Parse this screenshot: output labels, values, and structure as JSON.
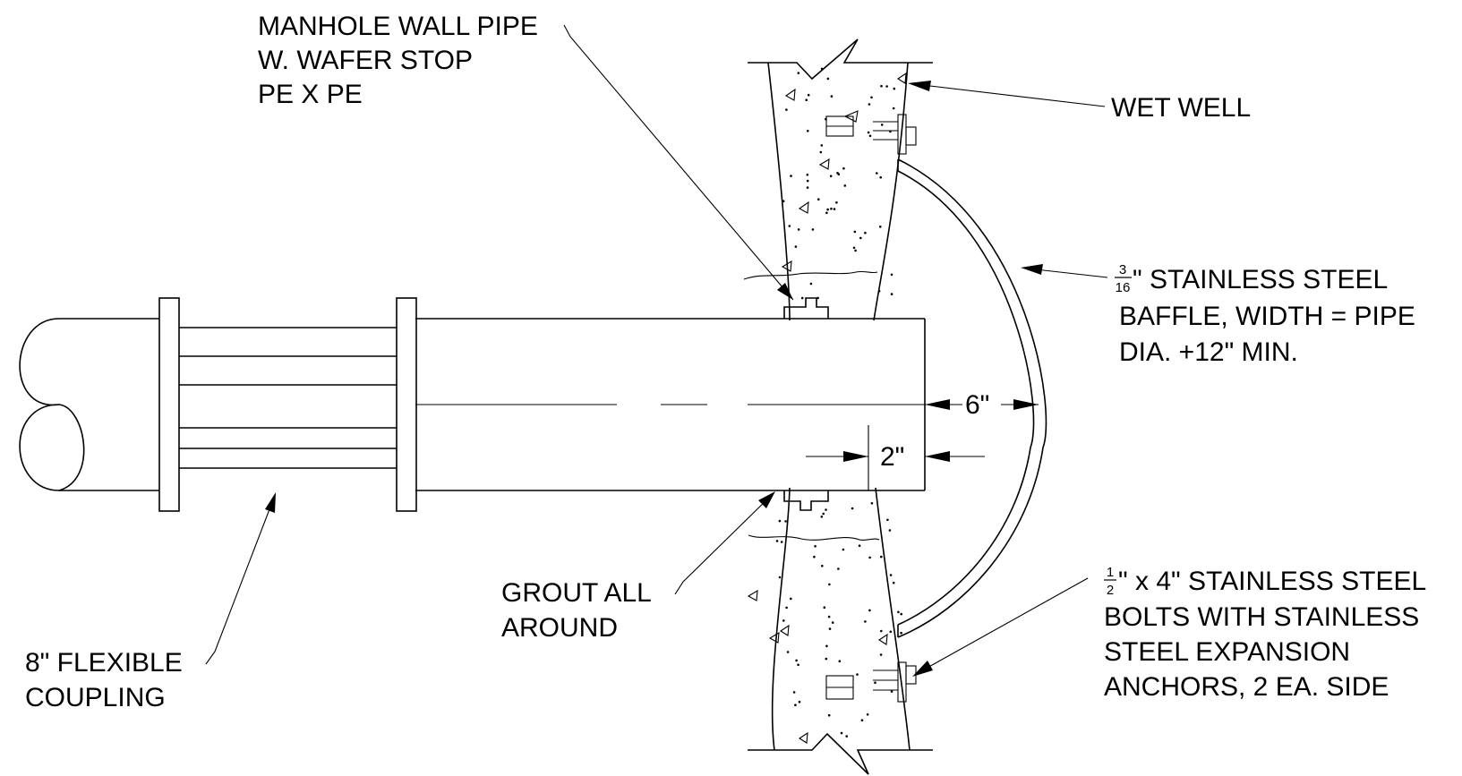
{
  "colors": {
    "ink": "#000000",
    "paper": "#ffffff"
  },
  "labels": {
    "manhole_pipe": [
      "MANHOLE WALL PIPE",
      "W. WAFER STOP",
      "PE X PE"
    ],
    "wet_well": "WET WELL",
    "baffle_frac_num": "3",
    "baffle_frac_den": "16",
    "baffle": [
      "\" STAINLESS STEEL",
      "BAFFLE, WIDTH = PIPE",
      "DIA. +12\" MIN."
    ],
    "dim_6": "6\"",
    "dim_2": "2\"",
    "grout": [
      "GROUT ALL",
      "AROUND"
    ],
    "coupling": [
      "8\" FLEXIBLE",
      "COUPLING"
    ],
    "bolts_frac_num": "1",
    "bolts_frac_den": "2",
    "bolts": [
      "\" x 4\" STAINLESS STEEL",
      "BOLTS WITH STAINLESS",
      "STEEL EXPANSION",
      "ANCHORS, 2 EA. SIDE"
    ]
  }
}
